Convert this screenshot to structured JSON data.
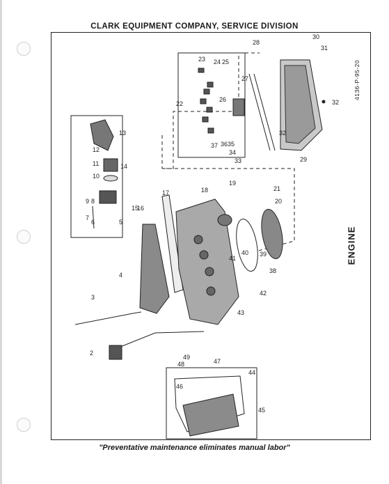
{
  "header": {
    "text": "CLARK EQUIPMENT COMPANY, SERVICE DIVISION"
  },
  "footer": {
    "text": "\"Preventative maintenance eliminates manual labor\""
  },
  "section_title": "ENGINE",
  "document_number": "4136-P-95-20",
  "callouts": [
    "2",
    "3",
    "4",
    "5",
    "6",
    "7",
    "8",
    "9",
    "10",
    "11",
    "12",
    "13",
    "14",
    "15",
    "16",
    "17",
    "18",
    "19",
    "20",
    "21",
    "22",
    "23",
    "24",
    "25",
    "26",
    "27",
    "28",
    "29",
    "30",
    "31",
    "32",
    "32",
    "33",
    "34",
    "35",
    "36",
    "37",
    "38",
    "39",
    "40",
    "41",
    "42",
    "43",
    "44",
    "45",
    "46",
    "47",
    "48",
    "49"
  ]
}
